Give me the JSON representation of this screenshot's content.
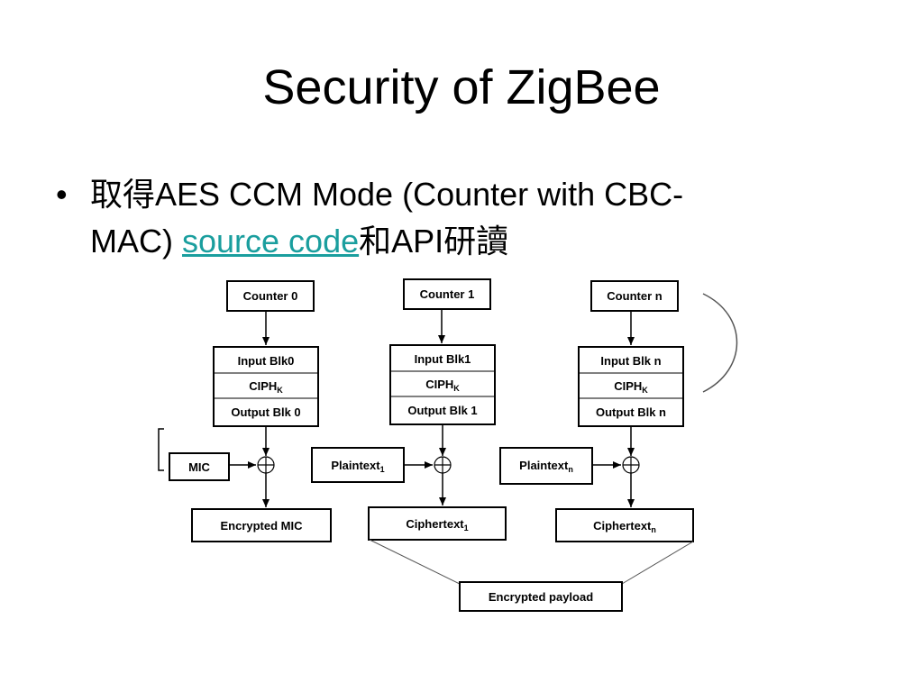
{
  "slide": {
    "title": "Security of ZigBee",
    "bullet": {
      "symbol": "•",
      "line1": "取得AES CCM Mode (Counter with CBC-",
      "line2_prefix": "MAC) ",
      "link_text": "source code",
      "line2_suffix": "和API研讀"
    },
    "link_color": "#1a9e9e"
  },
  "diagram": {
    "counters": [
      "Counter 0",
      "Counter 1",
      "Counter n"
    ],
    "blocks": [
      {
        "input": "Input Blk0",
        "ciph": "CIPH",
        "ciph_sub": "K",
        "output": "Output Blk 0"
      },
      {
        "input": "Input Blk1",
        "ciph": "CIPH",
        "ciph_sub": "K",
        "output": "Output Blk 1"
      },
      {
        "input": "Input Blk n",
        "ciph": "CIPH",
        "ciph_sub": "K",
        "output": "Output Blk n"
      }
    ],
    "inputs": [
      {
        "label": "MIC",
        "sub": ""
      },
      {
        "label": "Plaintext",
        "sub": "1"
      },
      {
        "label": "Plaintext",
        "sub": "n"
      }
    ],
    "outputs": [
      {
        "label": "Encrypted MIC",
        "sub": ""
      },
      {
        "label": "Ciphertext",
        "sub": "1"
      },
      {
        "label": "Ciphertext",
        "sub": "n"
      }
    ],
    "payload": "Encrypted payload"
  }
}
